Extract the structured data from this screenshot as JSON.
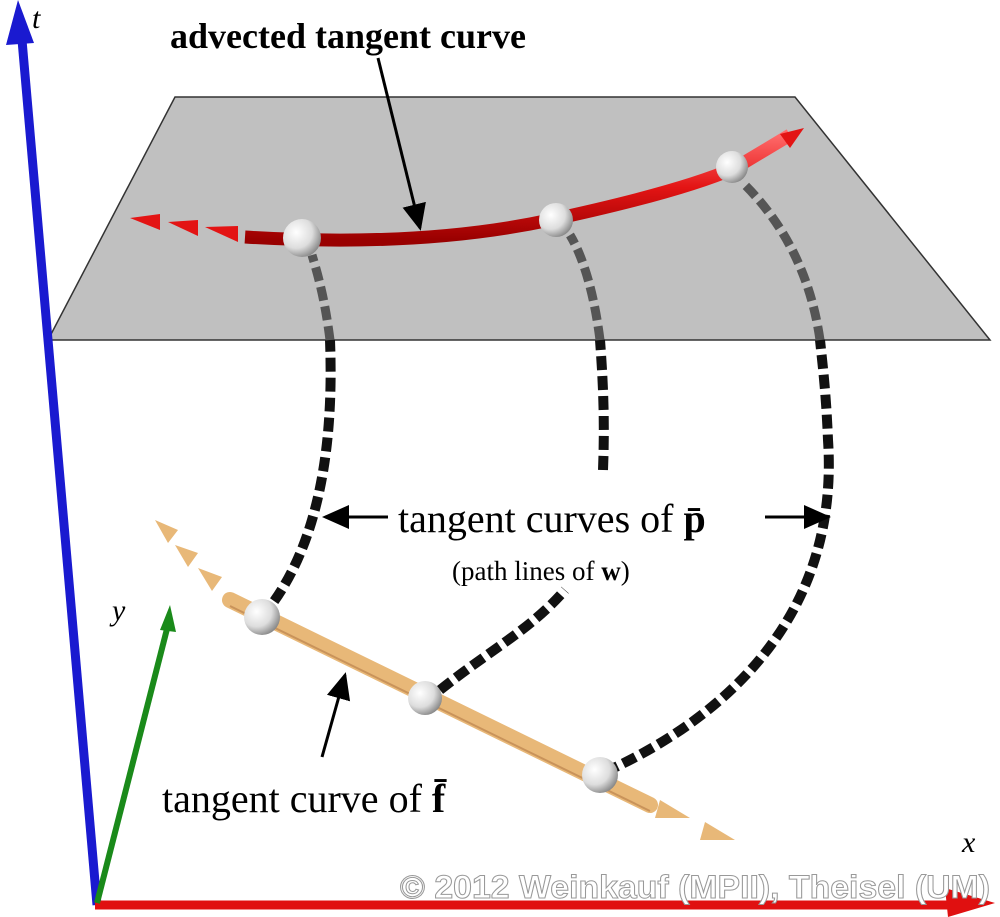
{
  "axes": {
    "t": "t",
    "x": "x",
    "y": "y"
  },
  "labels": {
    "advected": "advected tangent curve",
    "tangent_curves_prefix": "tangent curves of ",
    "tangent_curves_symbol": "p̄",
    "path_lines_prefix": "(path lines of ",
    "path_lines_symbol": "w",
    "path_lines_suffix": ")",
    "tangent_curve_prefix": "tangent curve of ",
    "tangent_curve_symbol": "f̄"
  },
  "copyright": "© 2012 Weinkauf (MPII), Theisel (UM)",
  "colors": {
    "t_axis": "#1a1ad0",
    "x_axis": "#e01010",
    "y_axis": "#1a8a1a",
    "advected_curve": "#e31414",
    "tangent_curve": "#e8b878",
    "plane": "#c0c0c0"
  }
}
